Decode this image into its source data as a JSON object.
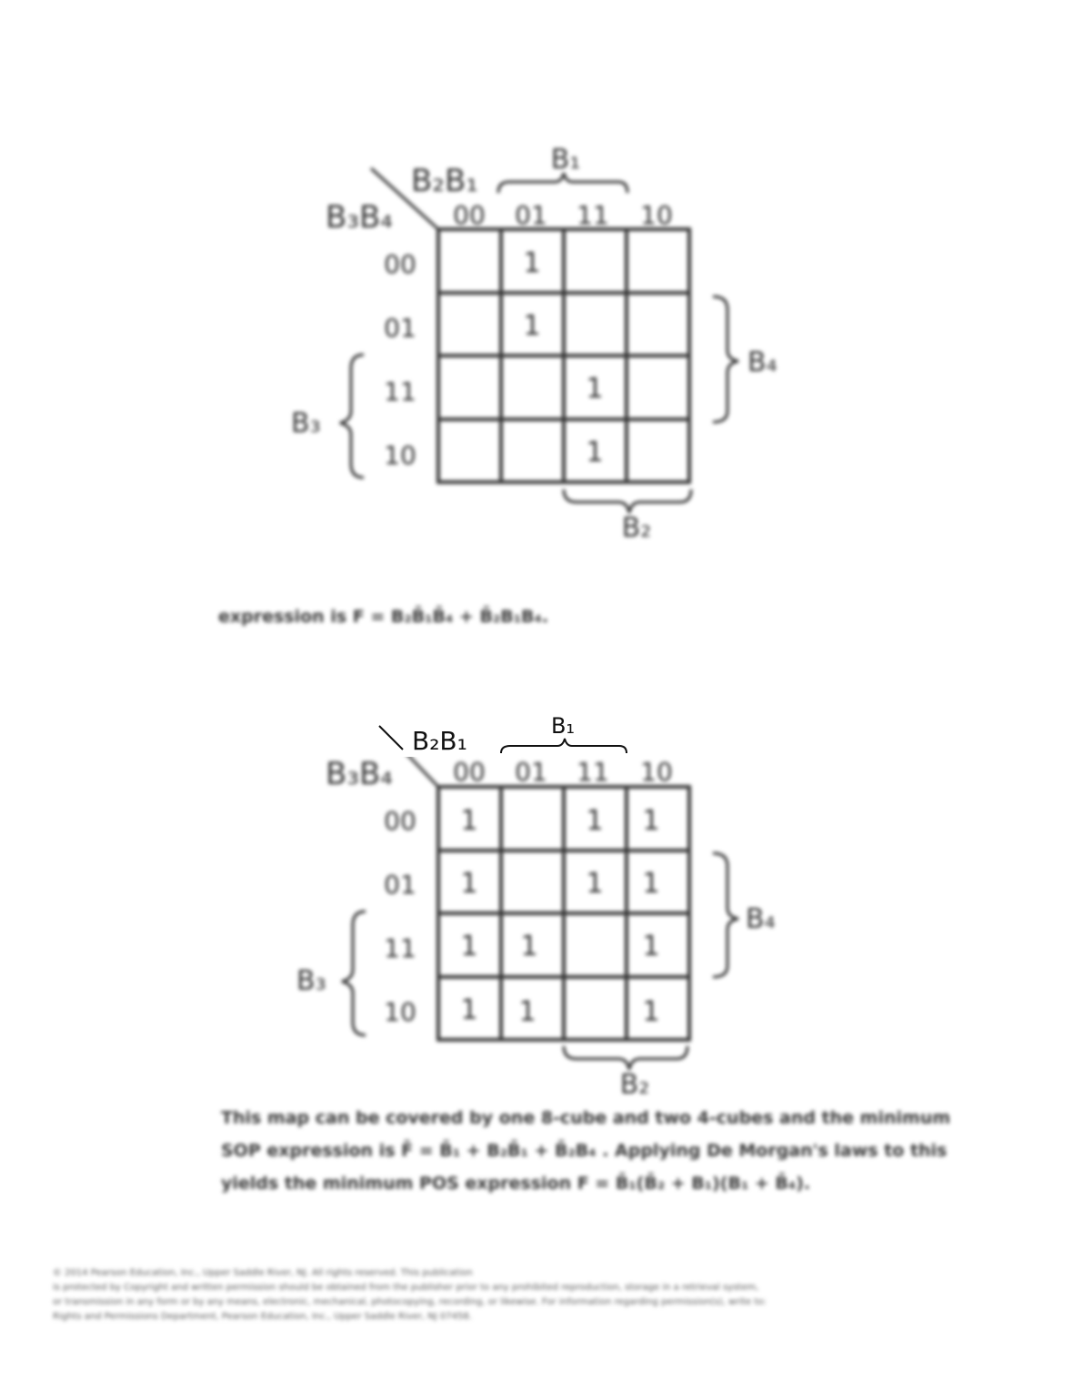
{
  "kmaps": [
    {
      "id": "kmap-1",
      "row_var_label": "B₃B₄",
      "col_var_label": "B₂B₁",
      "col_headers": [
        "00",
        "01",
        "11",
        "10"
      ],
      "row_headers": [
        "00",
        "01",
        "11",
        "10"
      ],
      "brace_top_label": "B₁",
      "brace_right_label": "B₄",
      "brace_left_label": "B₃",
      "brace_bottom_label": "B₂",
      "cells": [
        [
          "",
          "1",
          "",
          ""
        ],
        [
          "",
          "1",
          "",
          ""
        ],
        [
          "",
          "",
          "1",
          ""
        ],
        [
          "",
          "",
          "1",
          ""
        ]
      ]
    },
    {
      "id": "kmap-2",
      "row_var_label": "B₃B₄",
      "col_var_label": "B₂B₁",
      "col_headers": [
        "00",
        "01",
        "11",
        "10"
      ],
      "row_headers": [
        "00",
        "01",
        "11",
        "10"
      ],
      "brace_top_label": "B₁",
      "brace_right_label": "B₄",
      "brace_left_label": "B₃",
      "brace_bottom_label": "B₂",
      "cells": [
        [
          "1",
          "",
          "1",
          "1"
        ],
        [
          "1",
          "",
          "1",
          "1"
        ],
        [
          "1",
          "1",
          "",
          "1"
        ],
        [
          "1",
          "1",
          "",
          "1"
        ]
      ]
    }
  ],
  "caption1": "expression is F = B₂B̄₁B̄₄ + B̄₂B₁B₄.",
  "caption2": [
    "This map can be covered by one 8-cube and two 4-cubes and the minimum",
    "SOP expression is F̄ = B̄₁ + B₂B̄₁ + B̄₂B₄ . Applying De Morgan's laws to this",
    "yields the minimum POS expression F = B̄₁(B̄₂ + B₁)(B₁ + B̄₄)."
  ],
  "footer": [
    "© 2014 Pearson Education, Inc., Upper Saddle River, NJ. All rights reserved. This publication",
    "is protected by Copyright and written permission should be obtained from the publisher prior to any prohibited reproduction, storage in a retrieval system,",
    "or transmission in any form or by any means, electronic, mechanical, photocopying, recording, or likewise. For information regarding permission(s), write to:",
    "Rights and Permissions Department, Pearson Education, Inc., Upper Saddle River, NJ 07458."
  ]
}
